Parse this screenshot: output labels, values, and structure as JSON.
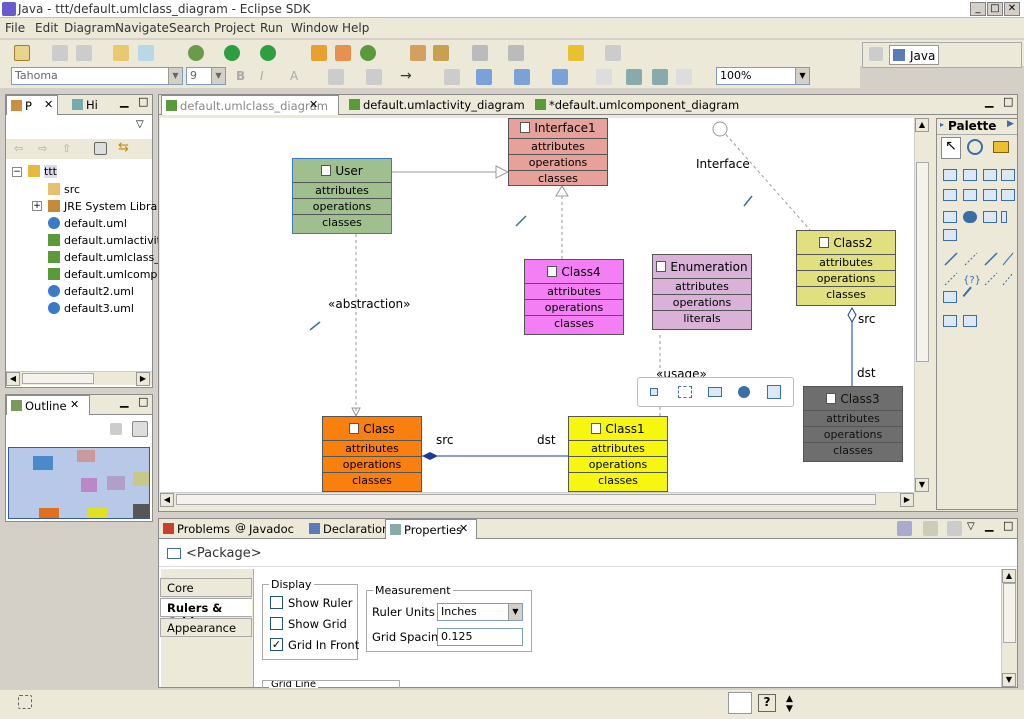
{
  "window": {
    "title": "Java - ttt/default.umlclass_diagram - Eclipse SDK"
  },
  "menu": [
    "File",
    "Edit",
    "Diagram",
    "Navigate",
    "Search",
    "Project",
    "Run",
    "Window",
    "Help"
  ],
  "toolbar": {
    "font_name": "Tahoma",
    "font_size": "9",
    "zoom": "100%"
  },
  "perspective": {
    "label": "Java"
  },
  "explorer": {
    "tabs": [
      "P",
      "Hi"
    ],
    "root": "ttt",
    "items": [
      "src",
      "JRE System Libra",
      "default.uml",
      "default.umlactivit",
      "default.umlclass_",
      "default.umlcompo",
      "default2.uml",
      "default3.uml"
    ]
  },
  "outline": {
    "tab": "Outline"
  },
  "editor_tabs": [
    "default.umlclass_diagram",
    "default.umlactivity_diagram",
    "*default.umlcomponent_diagram"
  ],
  "diagram": {
    "nodes": {
      "interface1": {
        "name": "Interface1",
        "rows": [
          "attributes",
          "operations",
          "classes"
        ]
      },
      "user": {
        "name": "User",
        "rows": [
          "attributes",
          "operations",
          "classes"
        ]
      },
      "class4": {
        "name": "Class4",
        "rows": [
          "attributes",
          "operations",
          "classes"
        ]
      },
      "enumeration": {
        "name": "Enumeration",
        "rows": [
          "attributes",
          "operations",
          "literals"
        ]
      },
      "class2": {
        "name": "Class2",
        "rows": [
          "attributes",
          "operations",
          "classes"
        ]
      },
      "class3": {
        "name": "Class3",
        "rows": [
          "attributes",
          "operations",
          "classes"
        ]
      },
      "class": {
        "name": "Class",
        "rows": [
          "attributes",
          "operations",
          "classes"
        ]
      },
      "class1": {
        "name": "Class1",
        "rows": [
          "attributes",
          "operations",
          "classes"
        ]
      }
    },
    "labels": {
      "interface": "Interface",
      "abstraction": "«abstraction»",
      "usage": "«usage»",
      "src1": "src",
      "dst1": "dst",
      "src2": "src",
      "dst2": "dst"
    },
    "colors": {
      "interface1": "#e6a19a",
      "user": "#9fbf8f",
      "class4": "#f47ef4",
      "enumeration": "#d9b1d9",
      "class2": "#e0e080",
      "class3": "#6e6e6e",
      "class": "#f97f0e",
      "class1": "#f6f60e"
    }
  },
  "palette": {
    "title": "Palette"
  },
  "bottom_tabs": [
    "Problems",
    "Javadoc",
    "Declaration",
    "Properties"
  ],
  "properties": {
    "header": "<Package>",
    "side_tabs": [
      "Core",
      "Rulers & Grid",
      "Appearance"
    ],
    "display": {
      "legend": "Display",
      "show_ruler": "Show Ruler",
      "show_grid": "Show Grid",
      "grid_in_front": "Grid In Front",
      "grid_in_front_checked": true,
      "show_ruler_checked": false,
      "show_grid_checked": false
    },
    "measurement": {
      "legend": "Measurement",
      "ruler_units_label": "Ruler Units",
      "ruler_units_value": "Inches",
      "grid_spacing_label": "Grid Spacing",
      "grid_spacing_value": "0.125"
    },
    "gridline_legend": "Grid Line"
  }
}
